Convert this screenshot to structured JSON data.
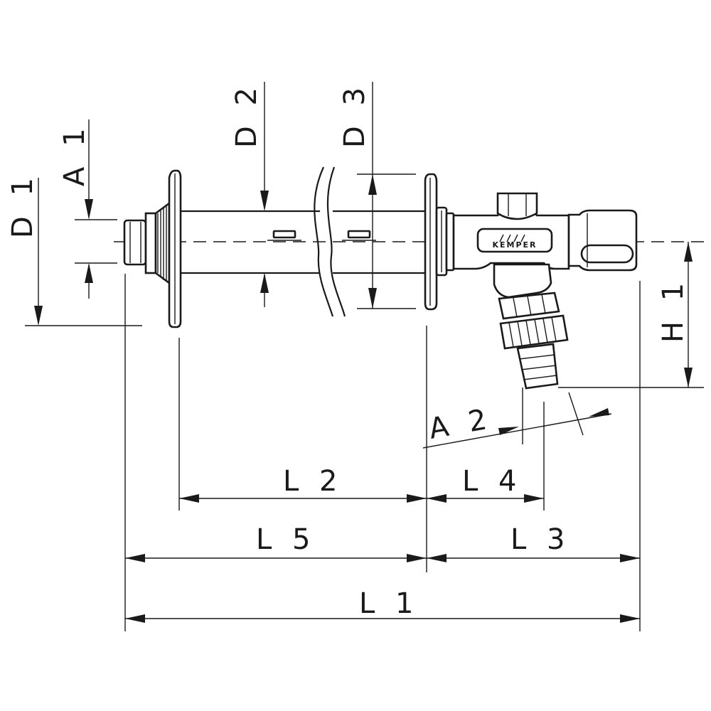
{
  "diagram": {
    "brand": "KEMPER",
    "labels": {
      "D1": "D 1",
      "A1": "A 1",
      "D2": "D 2",
      "D3": "D 3",
      "H1": "H 1",
      "A2": "A 2",
      "L2": "L 2",
      "L4": "L 4",
      "L5": "L 5",
      "L3": "L 3",
      "L1": "L 1"
    }
  }
}
